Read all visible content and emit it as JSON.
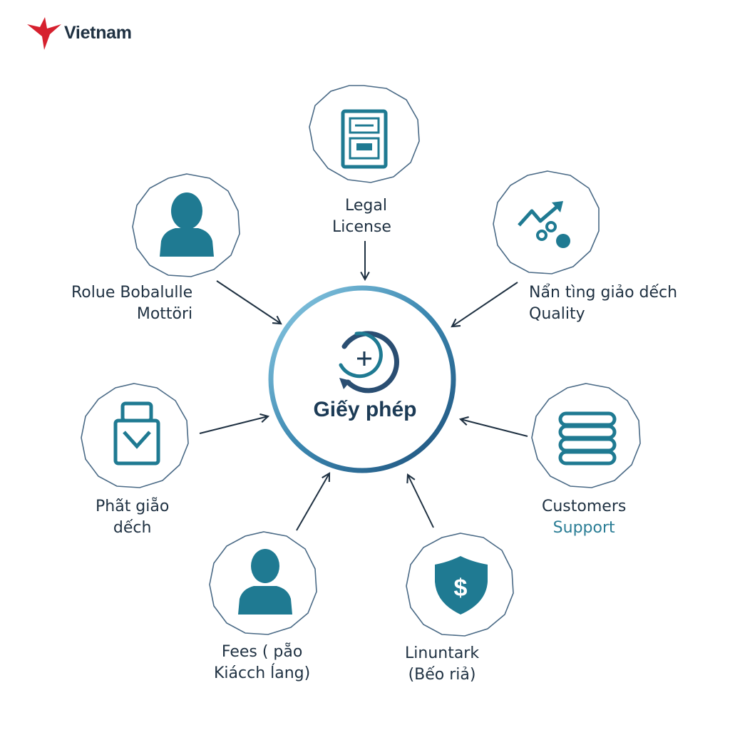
{
  "brand": {
    "name": "Vietnam",
    "logo_color": "#d6202e"
  },
  "colors": {
    "icon": "#1f7a92",
    "ring": "#3b87b0",
    "outline": "#4a6a86",
    "arrow": "#1f3142",
    "text": "#1f3142"
  },
  "center": {
    "label": "Giếy phép",
    "icon": "refresh-plus-icon"
  },
  "nodes": [
    {
      "id": "legal",
      "icon": "document-icon",
      "line1": "Legal",
      "line2": "License"
    },
    {
      "id": "quality",
      "icon": "growth-chart-icon",
      "line1": "Nẩn tìng giảo dếch",
      "line2": "Quality"
    },
    {
      "id": "customers",
      "icon": "coin-stack-icon",
      "line1": "Customers",
      "line2": "Support"
    },
    {
      "id": "linuntark",
      "icon": "dollar-shield-icon",
      "line1": "Linuntark",
      "line2": "(Bếo riả)"
    },
    {
      "id": "fees",
      "icon": "person-icon",
      "line1": "Fees ( pẵo",
      "line2": "Kiácch ĺang)"
    },
    {
      "id": "phat",
      "icon": "envelope-lock-icon",
      "line1": "Pha᷉t giẵo",
      "line2": "dếch"
    },
    {
      "id": "rolue",
      "icon": "user-icon",
      "line1": "Rolue Bobalulle",
      "line2": "Mottöri"
    }
  ]
}
